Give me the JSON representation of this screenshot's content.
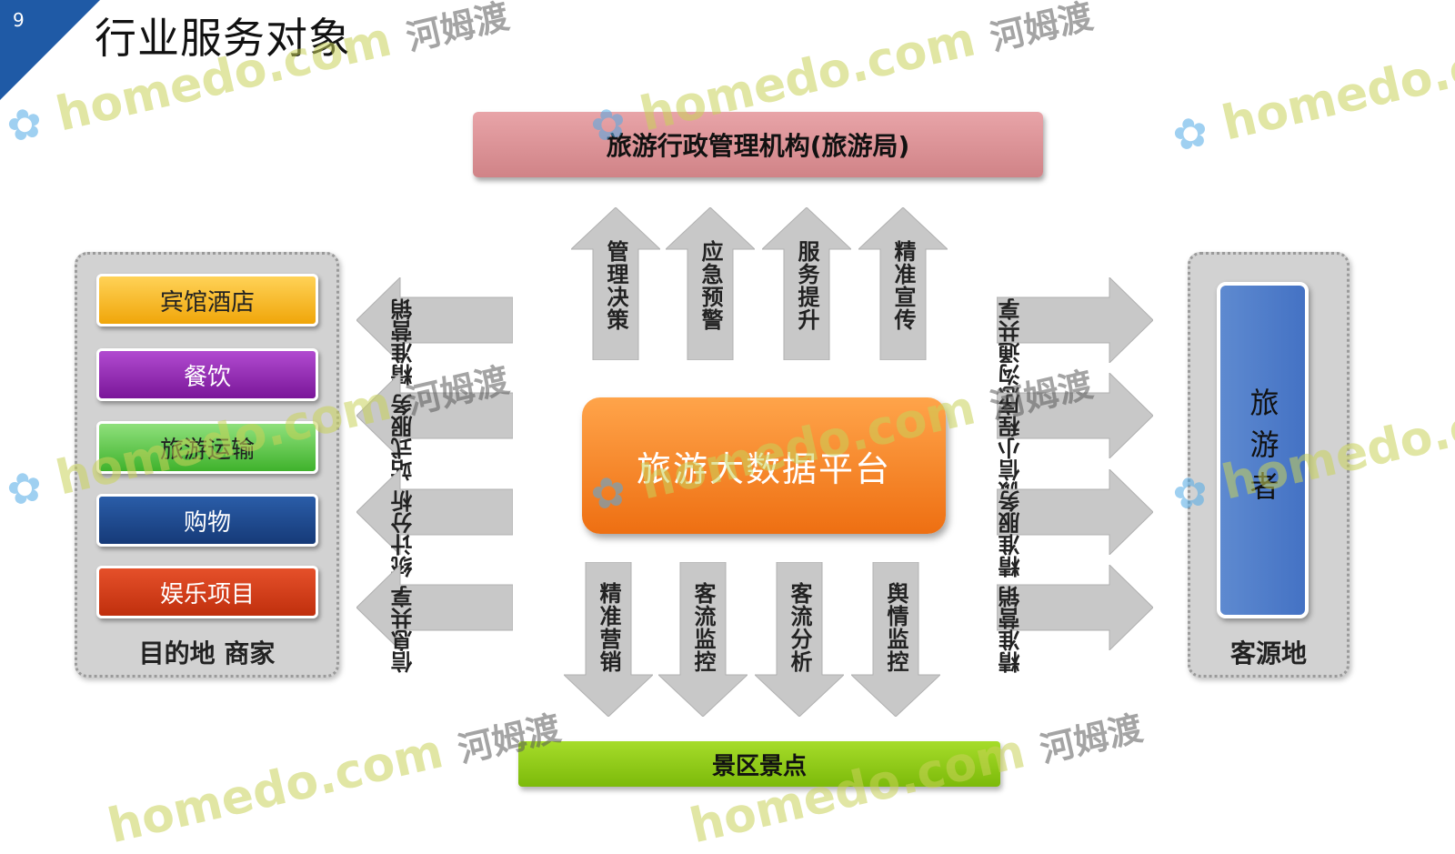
{
  "slide_number": "9",
  "title": "行业服务对象",
  "top_box": "旅游行政管理机构(旅游局)",
  "bottom_box": "景区景点",
  "center": "旅游大数据平台",
  "left_panel": {
    "label": "目的地 商家",
    "items": [
      "宾馆酒店",
      "餐饮",
      "旅游运输",
      "购物",
      "娱乐项目"
    ]
  },
  "right_panel": {
    "label": "客源地",
    "tourist": "旅游者"
  },
  "up_arrows": [
    "管理决策",
    "应急预警",
    "服务提升",
    "精准宣传"
  ],
  "down_arrows": [
    "精准营销",
    "客流监控",
    "客流分析",
    "舆情监控"
  ],
  "left_arrows": [
    "精准营销",
    "一站式服务",
    "统计分析",
    "信息共享"
  ],
  "right_arrows": [
    "信息沟通共享",
    "微信小程序",
    "精准服务",
    "精准营销"
  ],
  "watermark": {
    "brand": "homedo.com",
    "cn": "河姆渡"
  },
  "colors": {
    "header_corner": "#1f5aa6",
    "top_box": "#d98c90",
    "bottom_box": "#8cc63f",
    "platform": "#f58220",
    "tourist_box": "#4f7fcb",
    "arrow": "#c8c8c8"
  }
}
